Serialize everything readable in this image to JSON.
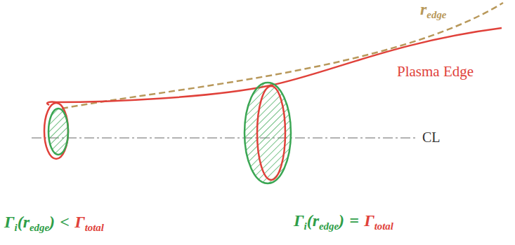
{
  "diagram": {
    "labels": [
      "r",
      "edge",
      "Plasma Edge",
      "CL",
      "Γ",
      "i",
      "(",
      "r",
      "edge",
      ")",
      "<",
      "Γ",
      "total",
      "Γ",
      "i",
      "(",
      "r",
      "edge",
      ")",
      "=",
      "Γ",
      "total"
    ]
  }
}
